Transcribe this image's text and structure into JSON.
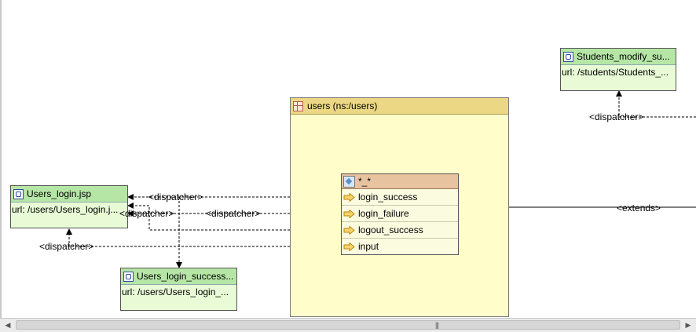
{
  "package": {
    "title": "users (ns:/users)"
  },
  "action": {
    "title": "*_*",
    "results": [
      "login_success",
      "login_failure",
      "logout_success",
      "input"
    ]
  },
  "nodes": {
    "users_login": {
      "title": "Users_login.jsp",
      "url": "url: /users/Users_login.j..."
    },
    "users_login_success": {
      "title": "Users_login_success...",
      "url": "url: /users/Users_login_..."
    },
    "students_modify": {
      "title": "Students_modify_su...",
      "url": "url: /students/Students_..."
    }
  },
  "edge_labels": {
    "dispatcher": "<dispatcher>",
    "extends": "<extends>"
  },
  "colors": {
    "jsp_header": "#b6e6a6",
    "jsp_body": "#e8fbd6",
    "package_header": "#ecd884",
    "package_body": "#fffdca",
    "action_header": "#e8c39f"
  },
  "icons": {
    "jsp": "jsp-page-icon",
    "package": "package-icon",
    "action": "action-icon",
    "result": "result-arrow-icon"
  }
}
